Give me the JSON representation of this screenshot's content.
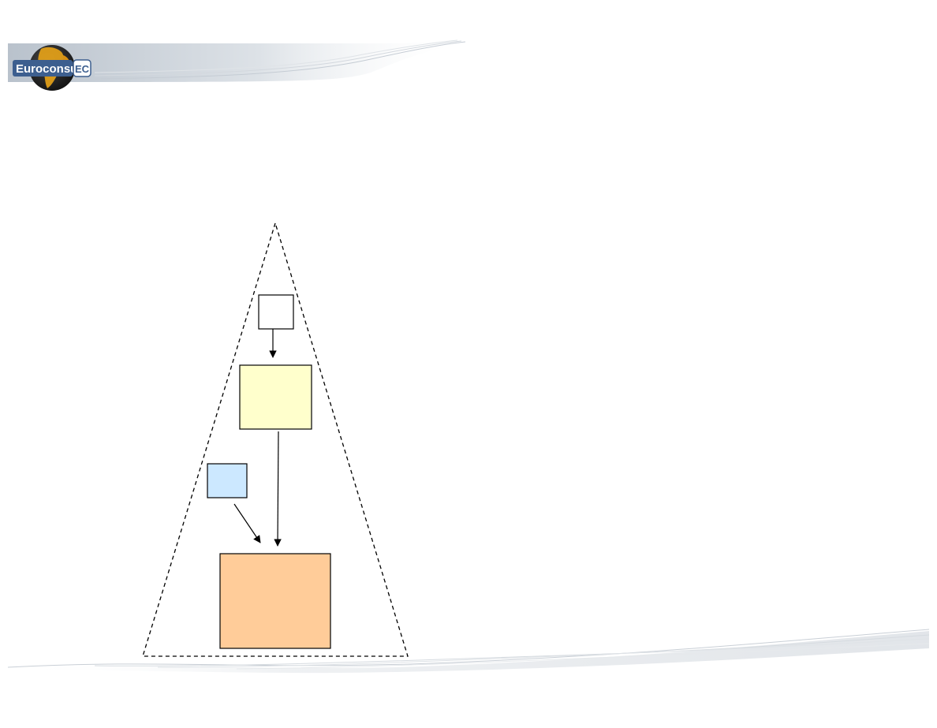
{
  "slide": {
    "background": "#ffffff"
  },
  "logo": {
    "text": "Euroconsult",
    "mark": "EC",
    "globe_ocean": "#1a1a1a",
    "globe_land": "#e8a317",
    "label_bg": "#3d5f8f"
  },
  "header_band": {
    "color": "#c8ced6"
  },
  "diagram": {
    "boundary": {
      "shape": "triangle",
      "stroke": "dashed"
    },
    "boxes": [
      {
        "id": "top-box",
        "fill": "#ffffff"
      },
      {
        "id": "middle-box",
        "fill": "#ffffcc"
      },
      {
        "id": "side-box",
        "fill": "#cce8ff"
      },
      {
        "id": "bottom-box",
        "fill": "#ffcc99"
      }
    ],
    "arrows": [
      {
        "from": "top-box",
        "to": "middle-box"
      },
      {
        "from": "middle-box",
        "to": "bottom-box"
      },
      {
        "from": "side-box",
        "to": "bottom-box"
      }
    ]
  }
}
